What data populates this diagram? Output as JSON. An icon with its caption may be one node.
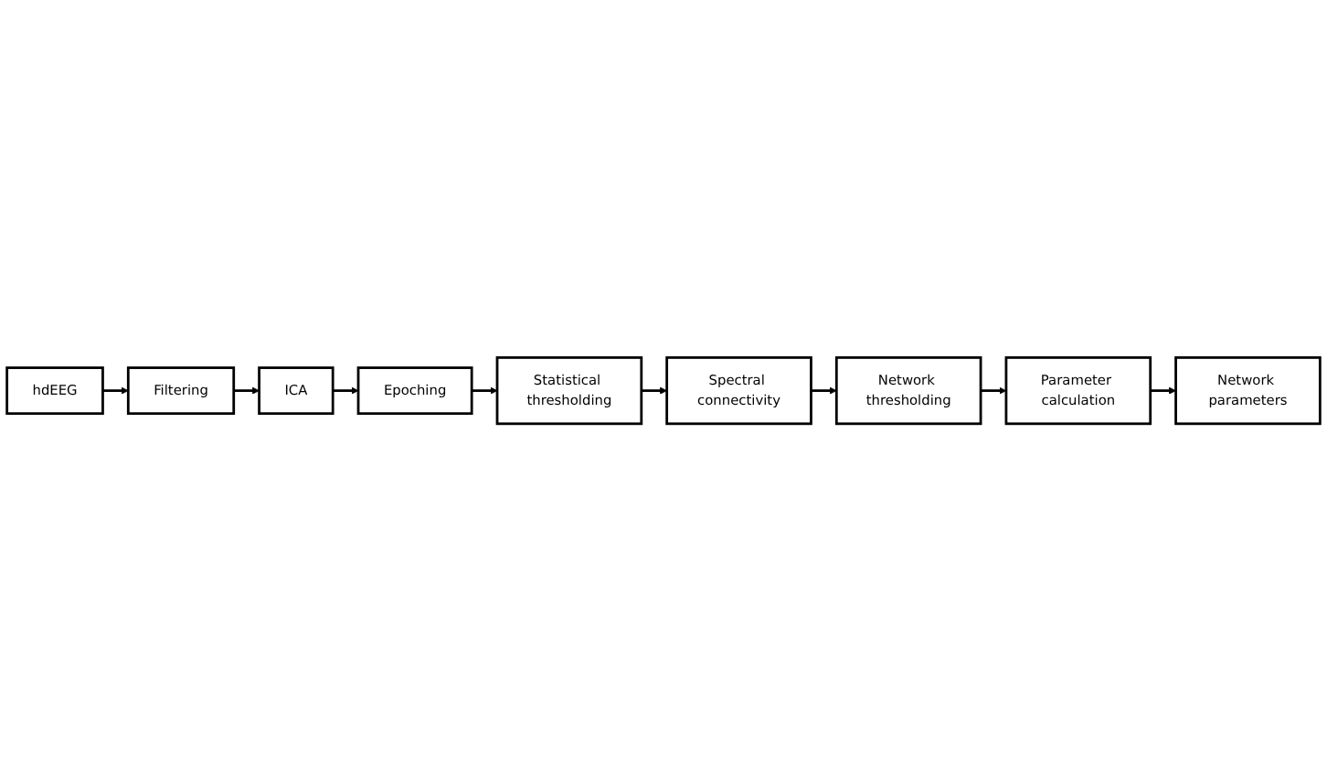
{
  "diagram": {
    "nodes": [
      {
        "text": [
          "hdEEG"
        ]
      },
      {
        "text": [
          "Filtering"
        ]
      },
      {
        "text": [
          "ICA"
        ]
      },
      {
        "text": [
          "Epoching"
        ]
      },
      {
        "text": [
          "Statistical thresholding"
        ]
      },
      {
        "text": [
          "Spectral connectivity"
        ]
      },
      {
        "text": [
          "Network thresholding"
        ]
      },
      {
        "text": [
          "Parameter calculation"
        ]
      },
      {
        "text": [
          "Network parameters"
        ]
      }
    ],
    "edges": [
      {
        "from": 0,
        "to": 1,
        "arrow": "to"
      },
      {
        "from": 1,
        "to": 2,
        "arrow": "to"
      },
      {
        "from": 2,
        "to": 3,
        "arrow": "to"
      },
      {
        "from": 3,
        "to": 4,
        "arrow": "to"
      },
      {
        "from": 4,
        "to": 5,
        "arrow": "to"
      },
      {
        "from": 5,
        "to": 6,
        "arrow": "to"
      },
      {
        "from": 6,
        "to": 7,
        "arrow": "to"
      },
      {
        "from": 7,
        "to": 8,
        "arrow": "to"
      }
    ]
  }
}
